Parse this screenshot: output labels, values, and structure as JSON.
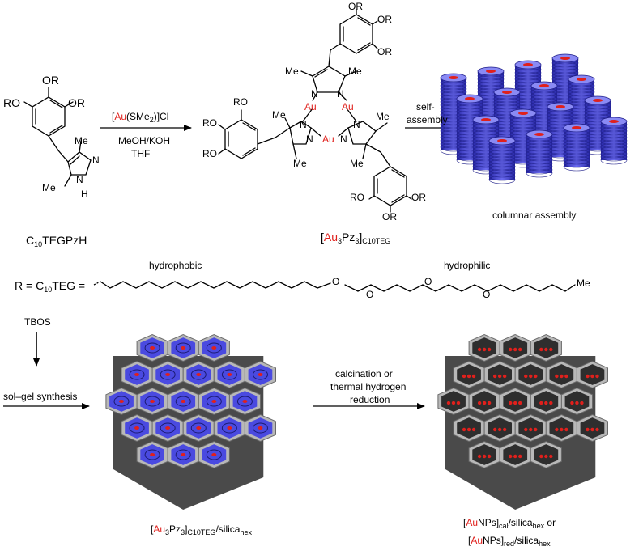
{
  "colors": {
    "gold": "#e0201c",
    "column": "#4a4ae0",
    "silica": "#4a4a4a",
    "rim": "#b8b8b8"
  },
  "reagents": {
    "line1_bracket_open": "[",
    "line1_metal": "Au",
    "line1_rest": "(SMe",
    "line1_sub": "2",
    "line1_tail": ")]Cl",
    "line2": "MeOH/KOH",
    "line3": "THF"
  },
  "self_assembly": {
    "line1": "self-",
    "line2": "assembly"
  },
  "columnar_label": "columnar assembly",
  "ligand": {
    "label_main": "C",
    "label_sub": "10",
    "label_tail": "TEGPzH",
    "or": "OR",
    "ro": "RO",
    "me": "Me",
    "n": "N",
    "h": "H"
  },
  "complex": {
    "au": "Au",
    "n": "N",
    "me": "Me",
    "or": "OR",
    "ro": "RO",
    "label_open": "[",
    "label_metal": "Au",
    "label_sub1": "3",
    "label_pz": "Pz",
    "label_sub2": "3",
    "label_close": "]",
    "label_sub3": "C10TEG"
  },
  "r_group": {
    "prefix": "R = C",
    "prefix_sub": "10",
    "prefix_tail": "TEG =",
    "hydrophobic": "hydrophobic",
    "hydrophilic": "hydrophilic",
    "o": "O",
    "me": "Me"
  },
  "tbos": "TBOS",
  "solgel": "sol–gel synthesis",
  "calcination": {
    "line1": "calcination or",
    "line2": "thermal hydrogen",
    "line3": "reduction"
  },
  "hybrid_label": {
    "open": "[",
    "metal": "Au",
    "sub1": "3",
    "pz": "Pz",
    "sub2": "3",
    "close": "]",
    "sub3": "C10TEG",
    "tail": "/silica",
    "sub4": "hex"
  },
  "np_label": {
    "l1_open": "[",
    "l1_metal": "Au",
    "l1_np": "NPs]",
    "l1_sub": "cal",
    "l1_tail": "/silica",
    "l1_sub2": "hex",
    "l1_end": " or",
    "l2_open": "[",
    "l2_metal": "Au",
    "l2_np": "NPs]",
    "l2_sub": "red",
    "l2_tail": "/silica",
    "l2_sub2": "hex"
  }
}
